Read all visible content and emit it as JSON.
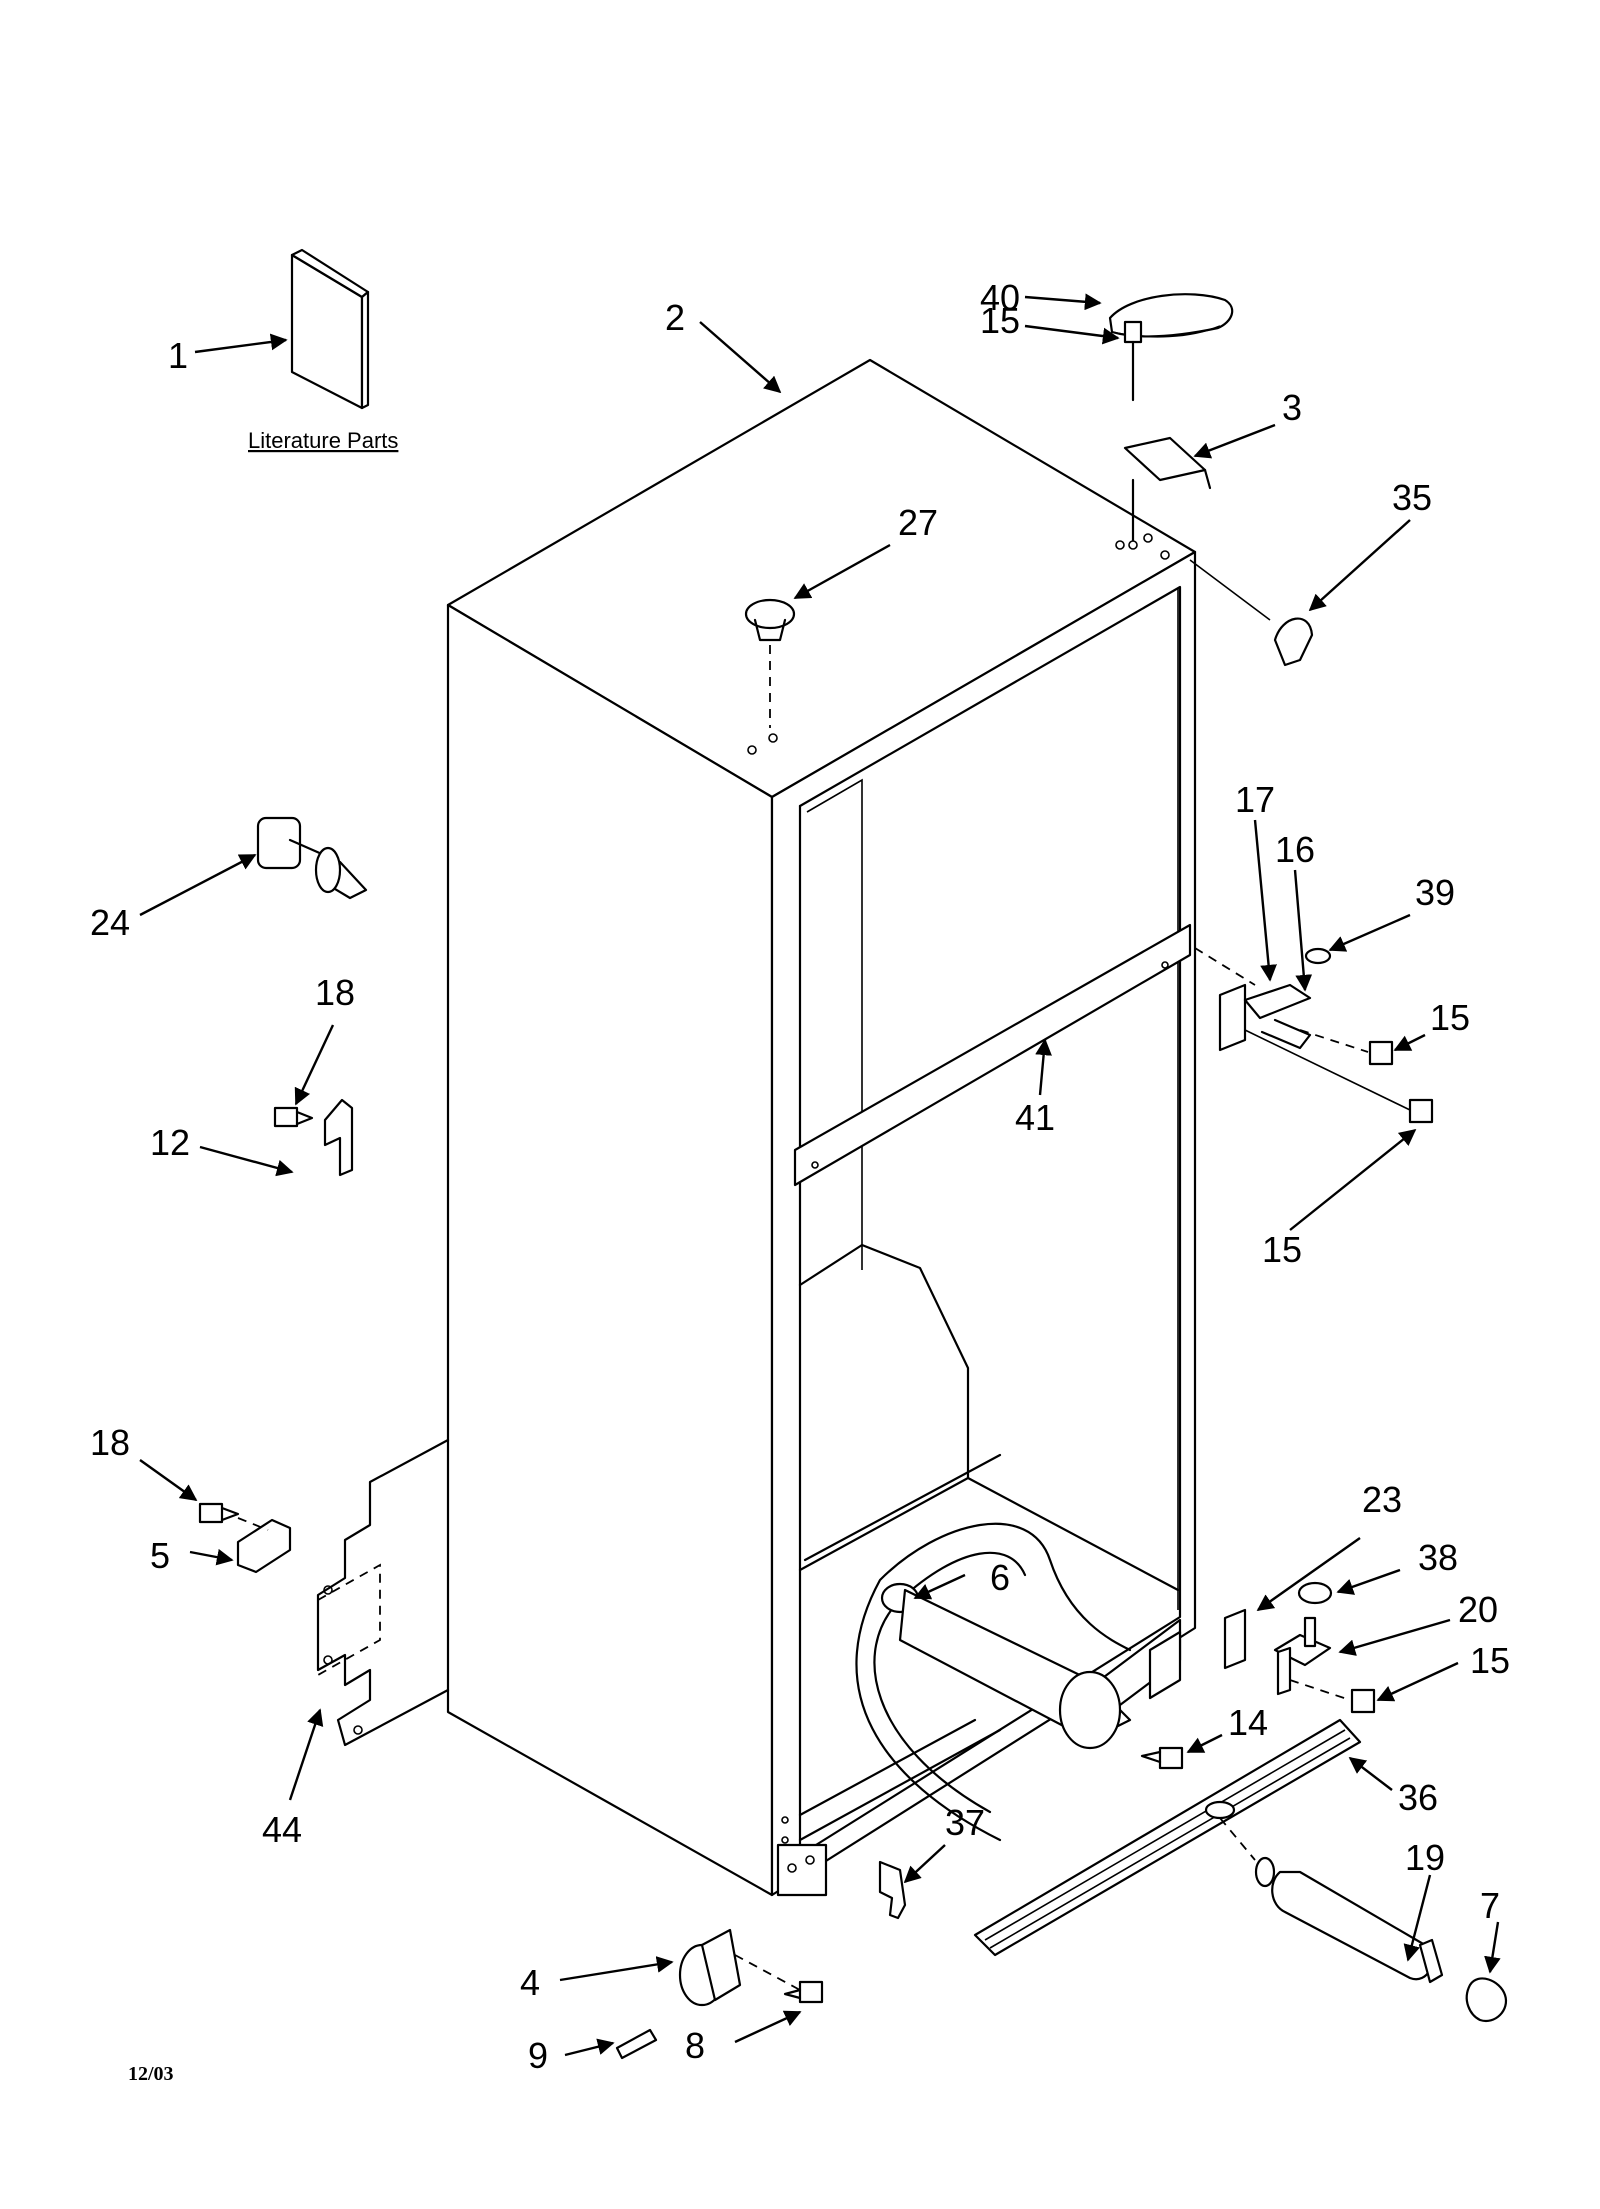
{
  "literature_caption": "Literature Parts",
  "date_code": "12/03",
  "callouts": [
    "1",
    "2",
    "40",
    "15",
    "3",
    "27",
    "35",
    "24",
    "17",
    "16",
    "39",
    "15",
    "18",
    "12",
    "41",
    "15",
    "18",
    "5",
    "6",
    "23",
    "38",
    "20",
    "15",
    "14",
    "36",
    "44",
    "37",
    "19",
    "7",
    "4",
    "9",
    "8"
  ]
}
